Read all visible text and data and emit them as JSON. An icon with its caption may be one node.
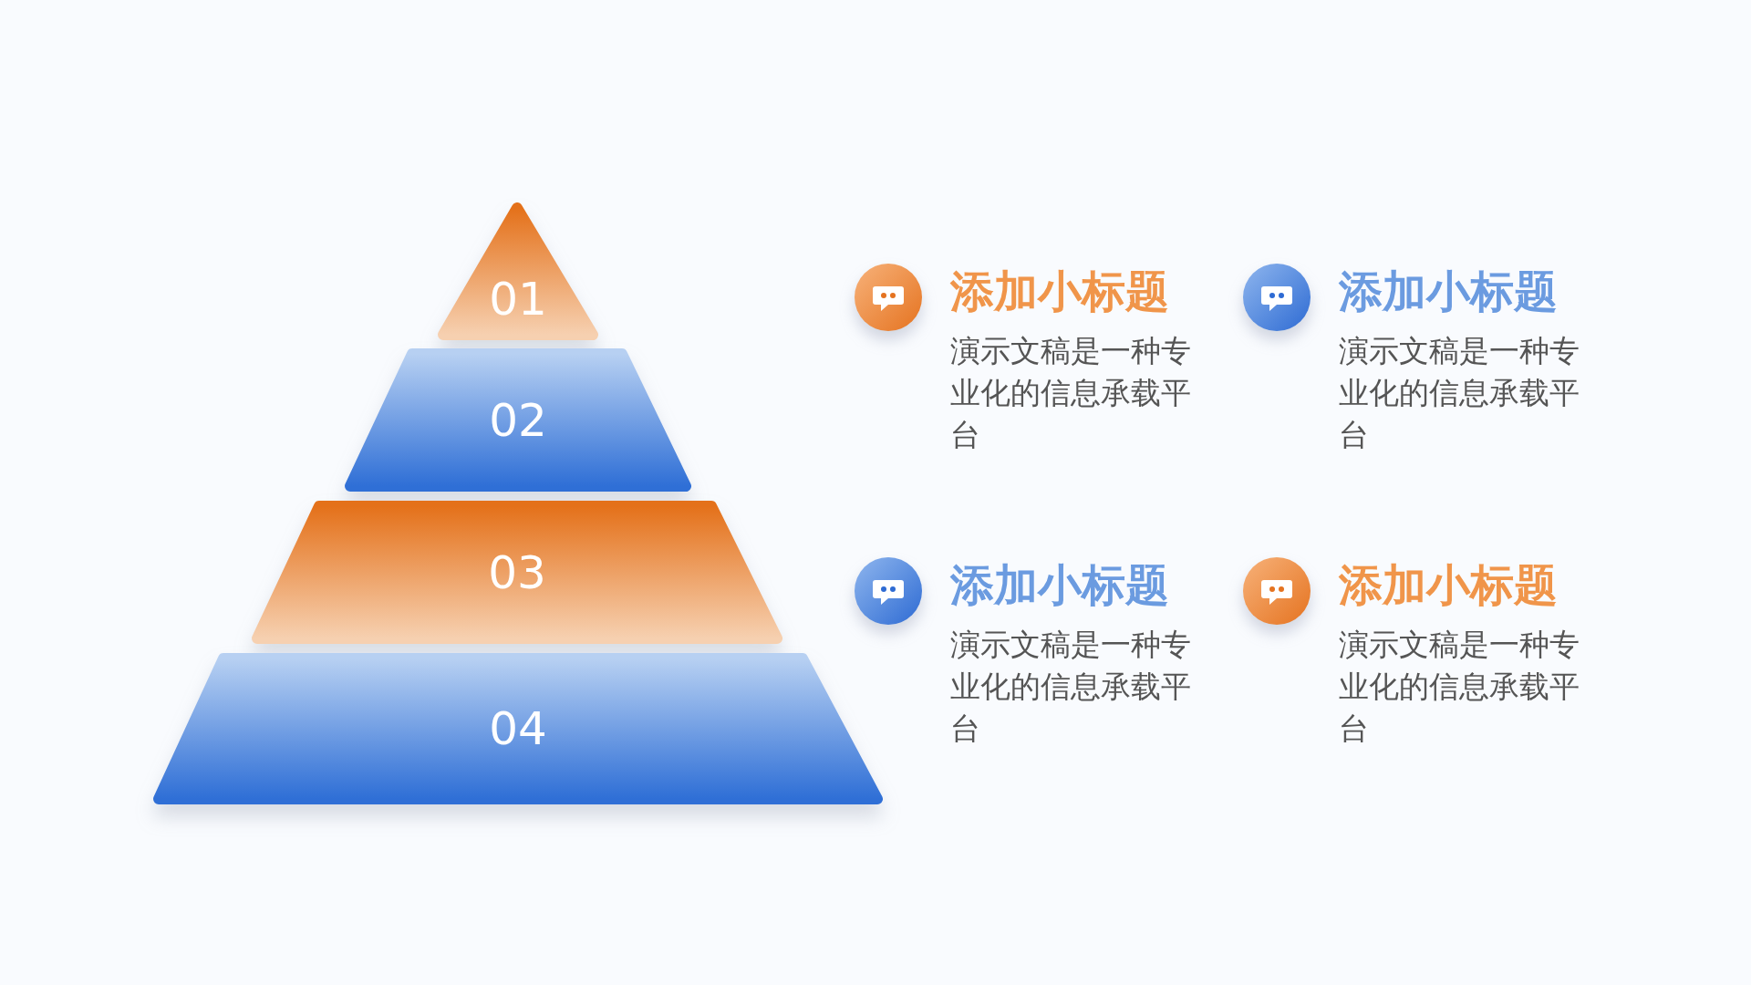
{
  "diagram": {
    "nodes": [
      {
        "text": [
          "01"
        ]
      },
      {
        "text": [
          "02"
        ]
      },
      {
        "text": [
          "03"
        ]
      },
      {
        "text": [
          "04"
        ]
      }
    ],
    "labels": [
      "添加小标题",
      "演示文稿是一种专业化的信息承载平台",
      "添加小标题",
      "演示文稿是一种专业化的信息承载平台",
      "添加小标题",
      "演示文稿是一种专业化的信息承载平台",
      "添加小标题",
      "演示文稿是一种专业化的信息承载平台"
    ]
  }
}
